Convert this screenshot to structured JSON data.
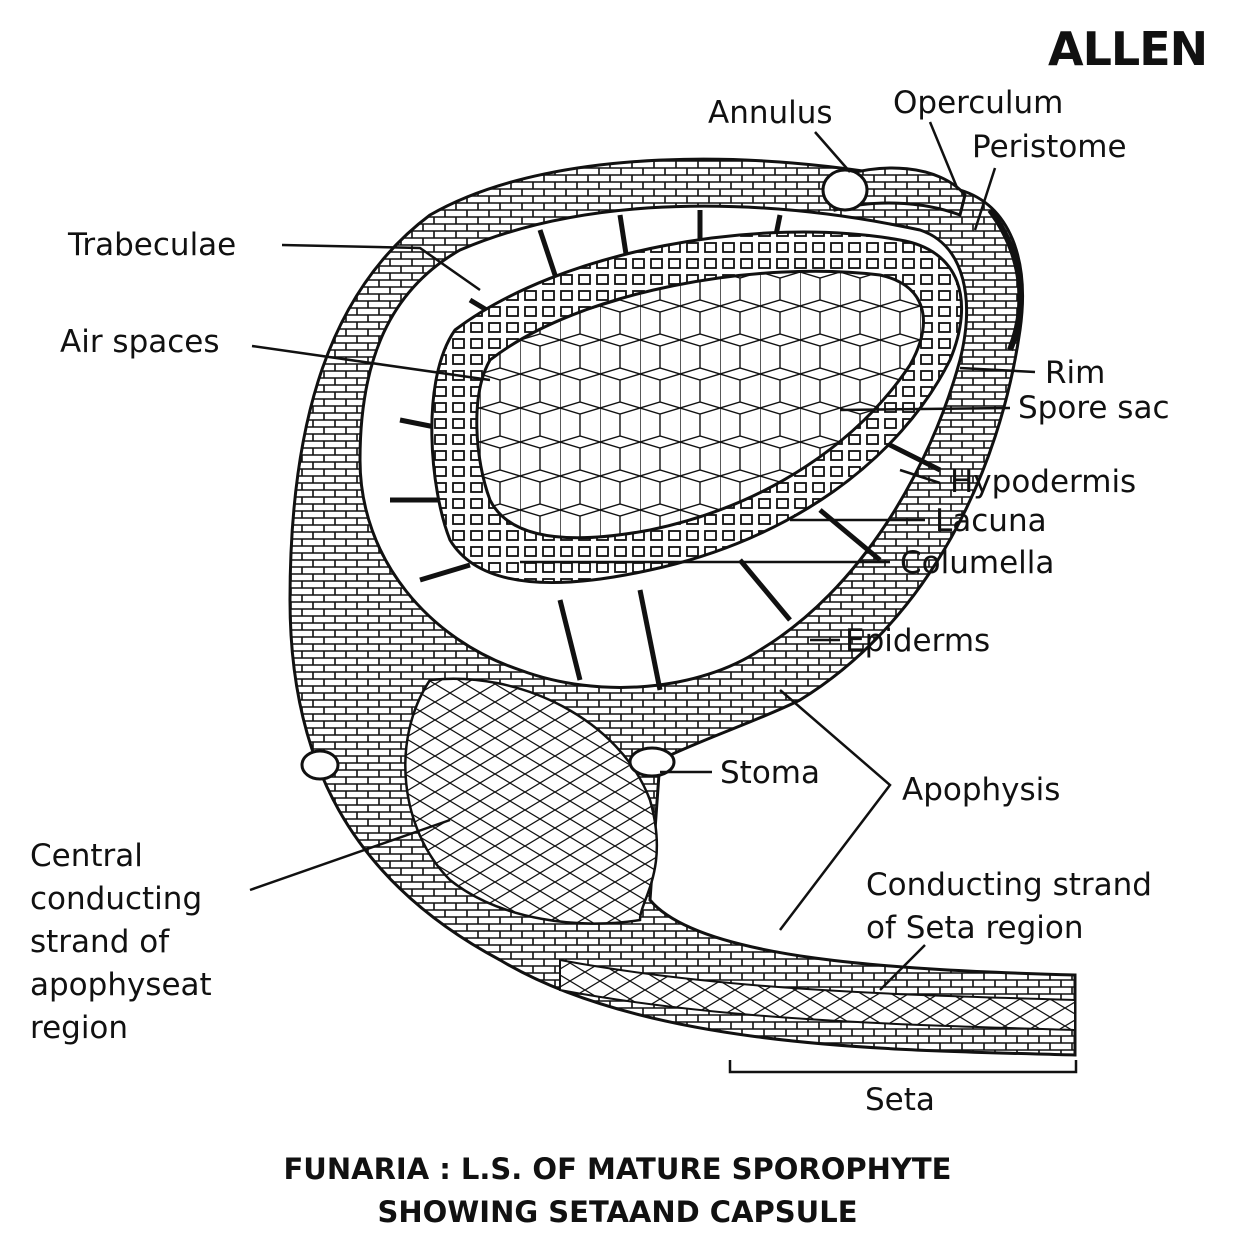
{
  "brand": "ALLEN",
  "labels": {
    "annulus": "Annulus",
    "operculum": "Operculum",
    "peristome": "Peristome",
    "trabeculae": "Trabeculae",
    "air_spaces": "Air spaces",
    "rim": "Rim",
    "spore_sac": "Spore sac",
    "hypodermis": "Hypodermis",
    "lacuna": "Lacuna",
    "columella": "Columella",
    "epiderms": "Epiderms",
    "stoma": "Stoma",
    "apophysis": "Apophysis",
    "central_line1": "Central",
    "central_line2": "conducting",
    "central_line3": "strand of",
    "central_line4": "apophyseat",
    "central_line5": "region",
    "conducting_line1": "Conducting strand",
    "conducting_line2": "of Seta region",
    "seta": "Seta"
  },
  "caption": {
    "line1": "FUNARIA : L.S. OF MATURE SPOROPHYTE",
    "line2": "SHOWING SETAAND CAPSULE"
  }
}
